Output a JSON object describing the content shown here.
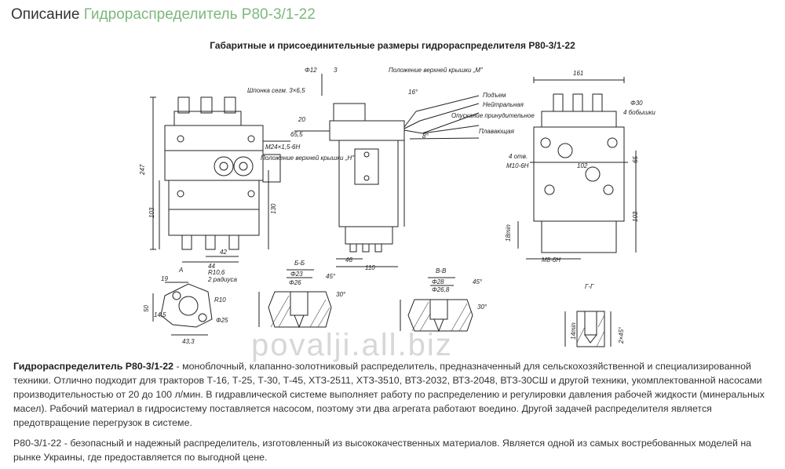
{
  "header": {
    "prefix": "Описание",
    "product": "Гидрораспределитель Р80-3/1-22"
  },
  "drawing": {
    "title": "Габаритные и присоединительные размеры гидрораспределителя Р80-3/1-22",
    "labels": {
      "phi12": "Φ12",
      "shponka": "Шпонка сегм. 3×6,5",
      "m24": "М24×1,5-6Н",
      "cover_n": "Положение верхней крышки „Н\"",
      "cover_m": "Положение верхней крышки „М\"",
      "podem": "Подъем",
      "neutral": "Нейтральная",
      "opusk": "Опускание принудительное",
      "plav": "Плавающая",
      "holes": "4 отв.",
      "m10": "М10-6Н",
      "m8": "М8-6Н",
      "phi30": "Φ30",
      "bobyshki": "4 бобышки",
      "sec_a": "А",
      "sec_bb": "Б-Б",
      "sec_vv": "В-В",
      "sec_gg": "Г-Г",
      "r2": "2 радиуса",
      "d_247": "247",
      "d_103": "103",
      "d_42": "42",
      "d_44": "44",
      "d_130": "130",
      "d_46": "46",
      "d_110": "110",
      "d_65_5": "65,5",
      "d_161": "161",
      "d_102": "102",
      "d_65": "65",
      "d_103b": "103",
      "d_18min": "18min",
      "d_19": "19",
      "d_50": "50",
      "d_14_5": "14,5",
      "d_43_3": "43,3",
      "d_r10_6": "R10,6",
      "d_r10": "R10",
      "d_phi25": "Φ25",
      "d_phi23": "Φ23",
      "d_phi26": "Φ26",
      "d_phi28": "Φ28",
      "d_phi26_8": "Φ26,8",
      "d_30": "30°",
      "d_45": "45°",
      "d_2x45": "2×45°",
      "d_14min": "14min",
      "d_20": "20",
      "d_3": "3",
      "d_16": "16°",
      "d_8": "8°"
    }
  },
  "watermark": "povalji.all.biz",
  "paragraphs": {
    "p1_bold": "Гидрораспределитель Р80-3/1-22",
    "p1_rest": " - моноблочный, клапанно-золотниковый распределитель, предназначенный для сельскохозяйственной и специализированной техники. Отлично подходит для тракторов Т-16, Т-25, Т-30, Т-45, ХТЗ-2511, ХТЗ-3510, ВТЗ-2032, ВТЗ-2048, ВТЗ-30СШ и другой техники, укомплектованной насосами производительностью от 20 до 100 л/мин. В гидравлической системе выполняет работу по распределению и регулировки давления рабочей жидкости (минеральных масел). Рабочий материал в гидросистему поставляется насосом, поэтому эти два агрегата работают воедино. Другой задачей распределителя является предотвращение перегрузок в системе.",
    "p2": "Р80-3/1-22 - безопасный и надежный распределитель, изготовленный из высококачественных материалов. Является одной из самых востребованных моделей на рынке Украины, где предоставляется по выгодной цене."
  }
}
